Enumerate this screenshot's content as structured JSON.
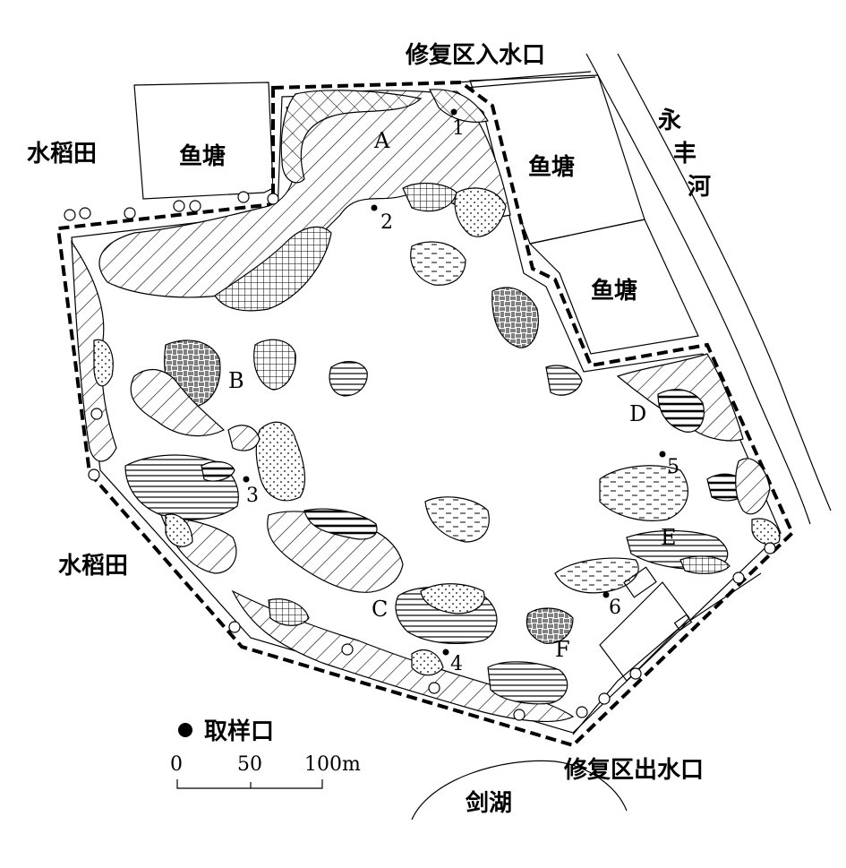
{
  "labels": {
    "inlet": "修复区入水口",
    "outlet": "修复区出水口",
    "river": [
      "永",
      "丰",
      "河"
    ],
    "paddy_top": "水稻田",
    "paddy_left": "水稻田",
    "pond1": "鱼塘",
    "pond2": "鱼塘",
    "pond3": "鱼塘",
    "lake": "剑湖"
  },
  "zones": [
    "A",
    "B",
    "C",
    "D",
    "E",
    "F"
  ],
  "sampling_points": [
    "1",
    "2",
    "3",
    "4",
    "5",
    "6"
  ],
  "legend": {
    "sample_label": "取样口",
    "scale_ticks": [
      "0",
      "50",
      "100m"
    ]
  }
}
